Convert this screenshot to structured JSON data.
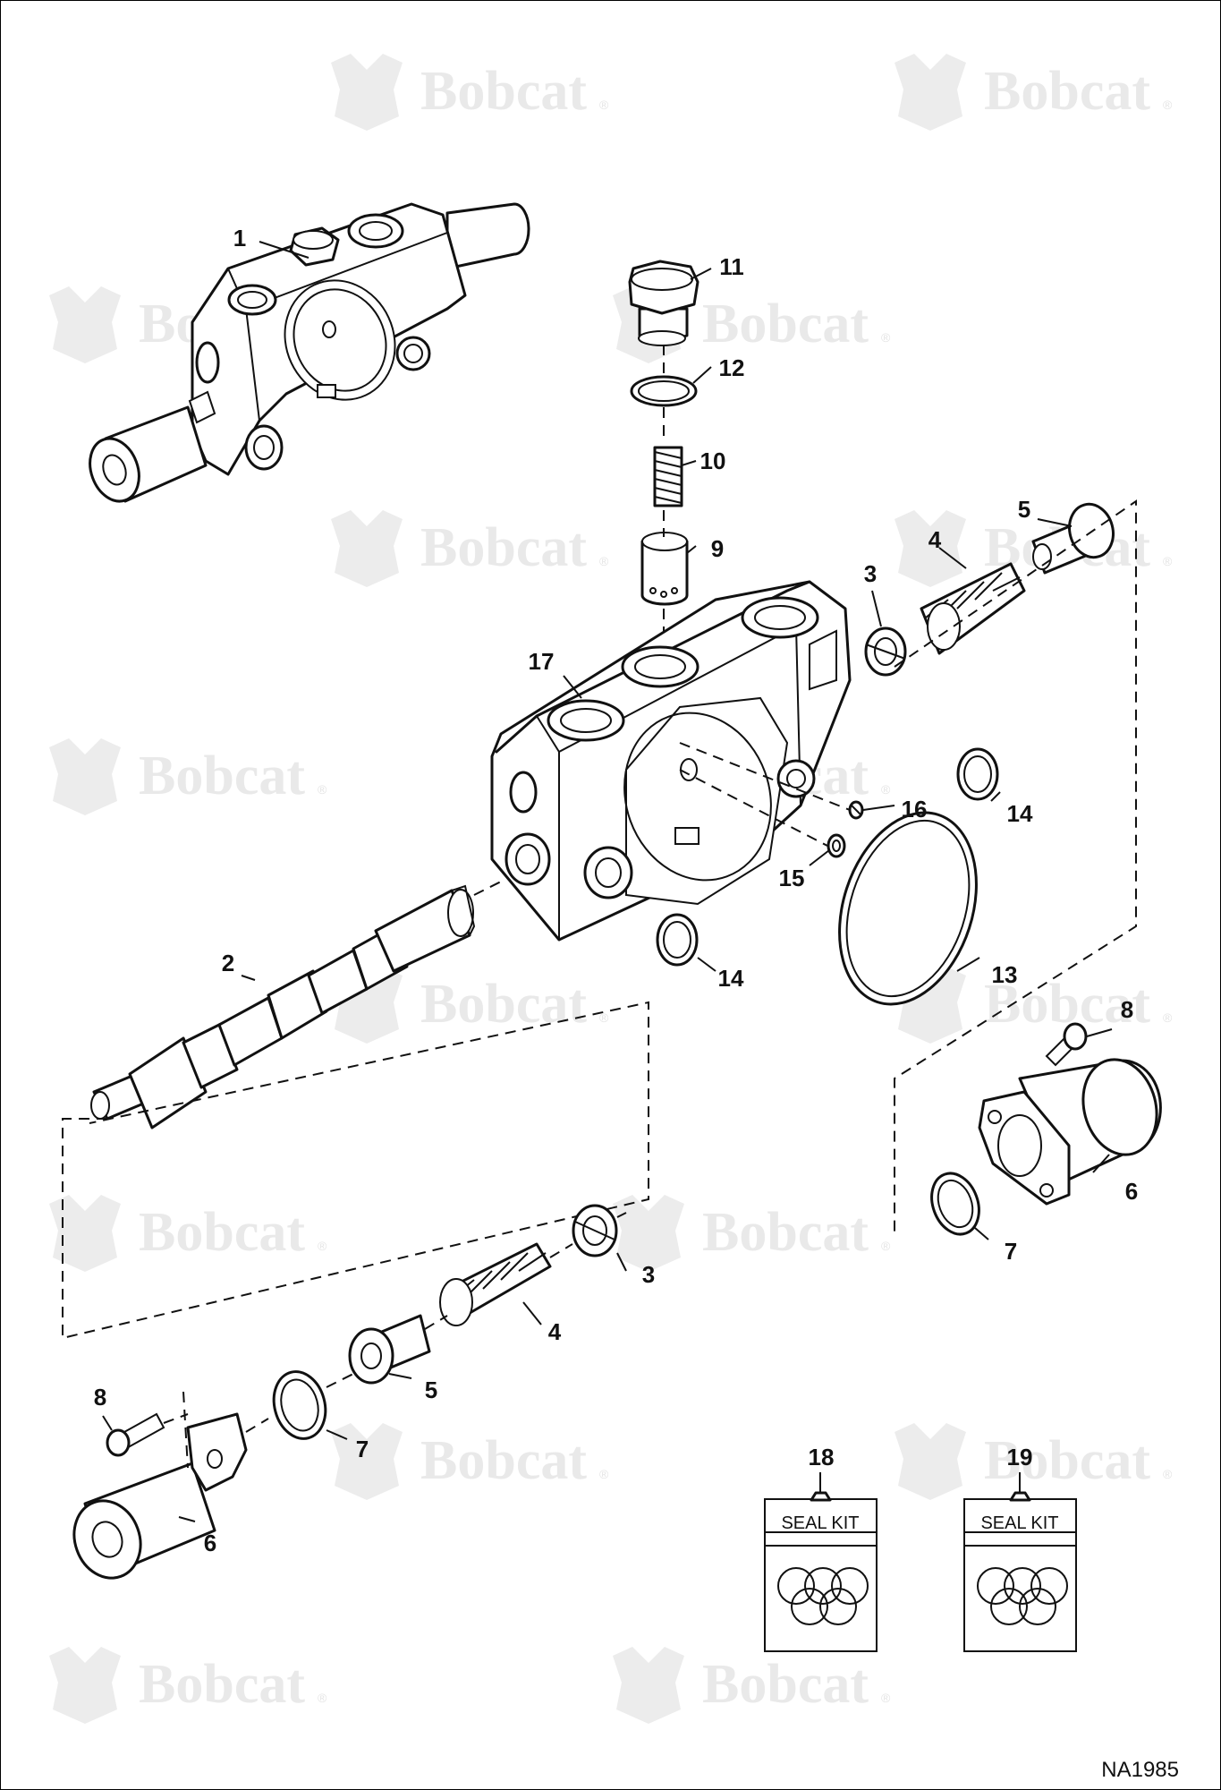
{
  "watermark": {
    "brand": "Bobcat",
    "mark": "®"
  },
  "callouts": [
    "1",
    "2",
    "3",
    "3",
    "4",
    "4",
    "5",
    "5",
    "6",
    "6",
    "7",
    "7",
    "8",
    "8",
    "9",
    "10",
    "11",
    "12",
    "13",
    "14",
    "14",
    "15",
    "16",
    "17",
    "18",
    "19"
  ],
  "seal_kits": [
    {
      "number": "18",
      "label": "SEAL KIT"
    },
    {
      "number": "19",
      "label": "SEAL KIT"
    }
  ],
  "drawing_number": "NA1985"
}
